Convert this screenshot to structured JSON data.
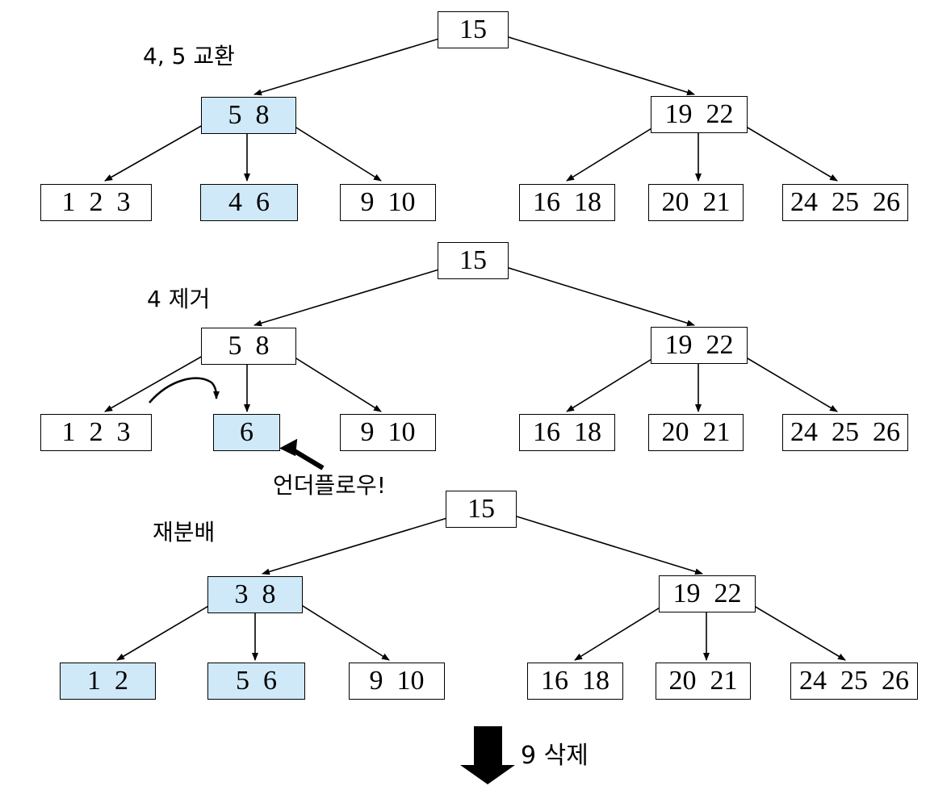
{
  "steps": [
    {
      "caption": "4, 5 교환",
      "nodes": {
        "root": "15",
        "left": "5  8",
        "right": "19  22",
        "ll": "1  2  3",
        "lm": "4  6",
        "lr": "9  10",
        "rl": "16  18",
        "rm": "20  21",
        "rr": "24  25  26"
      },
      "highlighted": [
        "left",
        "lm"
      ]
    },
    {
      "caption": "4 제거",
      "nodes": {
        "root": "15",
        "left": "5  8",
        "right": "19  22",
        "ll": "1  2  3",
        "lm": "6",
        "lr": "9  10",
        "rl": "16  18",
        "rm": "20  21",
        "rr": "24  25  26"
      },
      "highlighted": [
        "lm"
      ],
      "annotation": "언더플로우!"
    },
    {
      "caption": "재분배",
      "nodes": {
        "root": "15",
        "left": "3  8",
        "right": "19  22",
        "ll": "1  2",
        "lm": "5  6",
        "lr": "9  10",
        "rl": "16  18",
        "rm": "20  21",
        "rr": "24  25  26"
      },
      "highlighted": [
        "left",
        "ll",
        "lm"
      ]
    }
  ],
  "next_step_label": "9 삭제",
  "colors": {
    "highlight": "#cfe9f8",
    "stroke": "#000000"
  }
}
